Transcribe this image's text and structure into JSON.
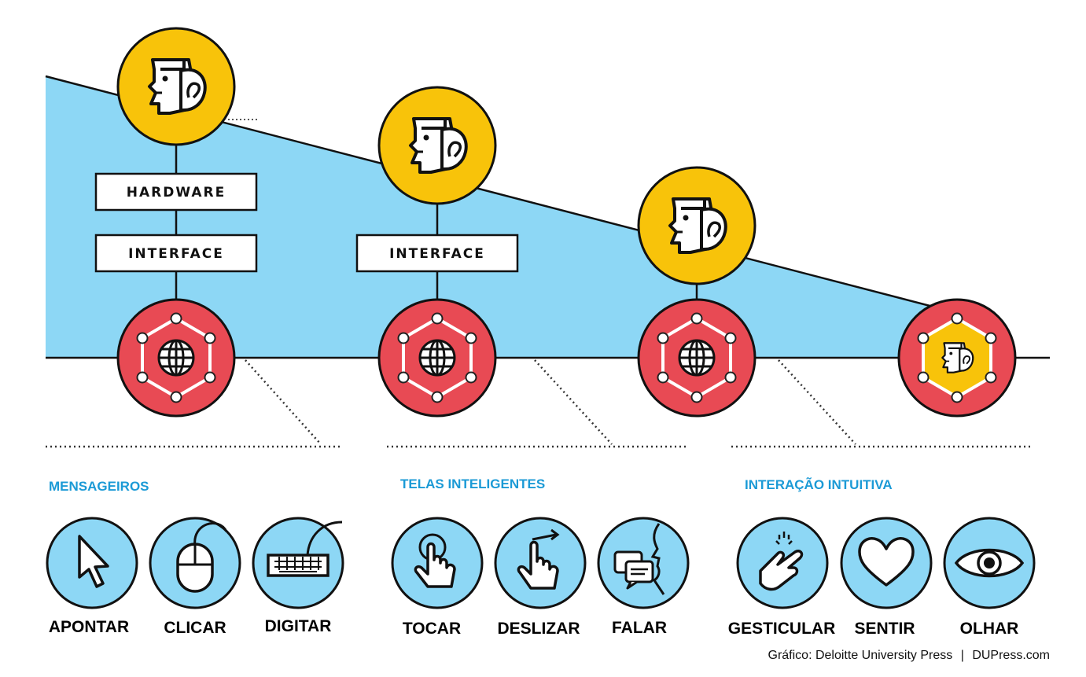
{
  "diagram": {
    "stages": [
      {
        "boxes": [
          "HARDWARE",
          "INTERFACE"
        ]
      },
      {
        "boxes": [
          "INTERFACE"
        ]
      },
      {
        "boxes": []
      },
      {
        "boxes": []
      }
    ],
    "icons": {
      "person": "person-head-icon",
      "network": "globe-network-icon"
    }
  },
  "sections": [
    {
      "title": "MENSAGEIROS",
      "actions": [
        {
          "label": "APONTAR",
          "icon": "cursor-arrow-icon"
        },
        {
          "label": "CLICAR",
          "icon": "mouse-icon"
        },
        {
          "label": "DIGITAR",
          "icon": "keyboard-icon"
        }
      ]
    },
    {
      "title": "TELAS INTELIGENTES",
      "actions": [
        {
          "label": "TOCAR",
          "icon": "tap-hand-icon"
        },
        {
          "label": "DESLIZAR",
          "icon": "swipe-hand-icon"
        },
        {
          "label": "FALAR",
          "icon": "speech-icon"
        }
      ]
    },
    {
      "title": "INTERAÇÃO INTUITIVA",
      "actions": [
        {
          "label": "GESTICULAR",
          "icon": "gesture-hand-icon"
        },
        {
          "label": "SENTIR",
          "icon": "heart-icon"
        },
        {
          "label": "OLHAR",
          "icon": "eye-icon"
        }
      ]
    }
  ],
  "credit": {
    "prefix": "Gráfico:",
    "publisher": "Deloitte University Press",
    "separator": "|",
    "site": "DUPress.com"
  },
  "colors": {
    "wedge": "#8dd7f5",
    "yellow": "#f8c30a",
    "red": "#e84a54",
    "lightblue": "#8dd7f5",
    "accent_text": "#1b9ad6"
  }
}
